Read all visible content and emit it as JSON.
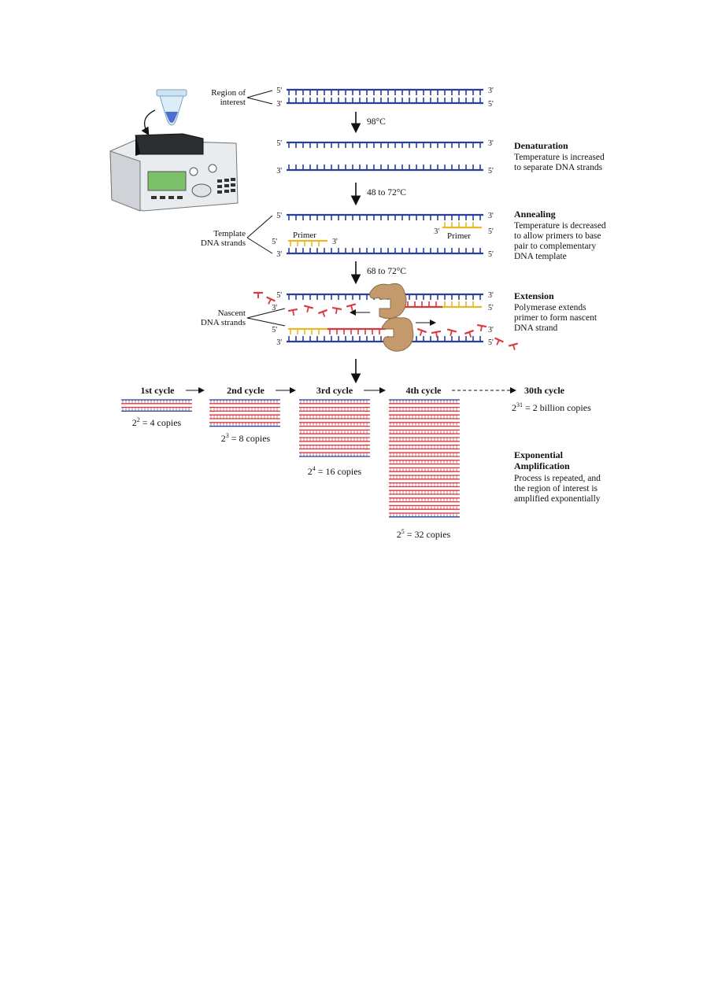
{
  "labels": {
    "region_of_interest": [
      "Region of",
      "interest"
    ],
    "template_strands": [
      "Template",
      "DNA strands"
    ],
    "nascent_strands": [
      "Nascent",
      "DNA strands"
    ],
    "primer": "Primer",
    "five_prime": "5'",
    "three_prime": "3'"
  },
  "steps": [
    {
      "temp": "98°C",
      "heading": "Denaturation",
      "desc": [
        "Temperature is increased",
        "to separate DNA strands"
      ]
    },
    {
      "temp": "48 to 72°C",
      "heading": "Annealing",
      "desc": [
        "Temperature is decreased",
        "to allow primers to base",
        "pair to complementary",
        "DNA template"
      ]
    },
    {
      "temp": "68 to 72°C",
      "heading": "Extension",
      "desc": [
        "Polymerase extends",
        "primer to form nascent",
        "DNA strand"
      ]
    }
  ],
  "cycles": [
    {
      "label": "1st cycle",
      "base": "2",
      "exp": "2",
      "rest": " = 4 copies",
      "lines": 4
    },
    {
      "label": "2nd cycle",
      "base": "2",
      "exp": "3",
      "rest": " = 8 copies",
      "lines": 8
    },
    {
      "label": "3rd cycle",
      "base": "2",
      "exp": "4",
      "rest": " = 16 copies",
      "lines": 16
    },
    {
      "label": "4th cycle",
      "base": "2",
      "exp": "5",
      "rest": " = 32 copies",
      "lines": 32
    },
    {
      "label": "30th cycle",
      "base": "2",
      "exp": "31",
      "rest": " = 2 billion copies"
    }
  ],
  "amplification": {
    "heading": [
      "Exponential",
      "Amplification"
    ],
    "desc": [
      "Process is repeated, and",
      "the region of interest is",
      "amplified exponentially"
    ]
  },
  "colors": {
    "template": "#2a3f9a",
    "nascent": "#d9383f",
    "primer": "#e8b829",
    "polymerase": "#c49a6c"
  }
}
